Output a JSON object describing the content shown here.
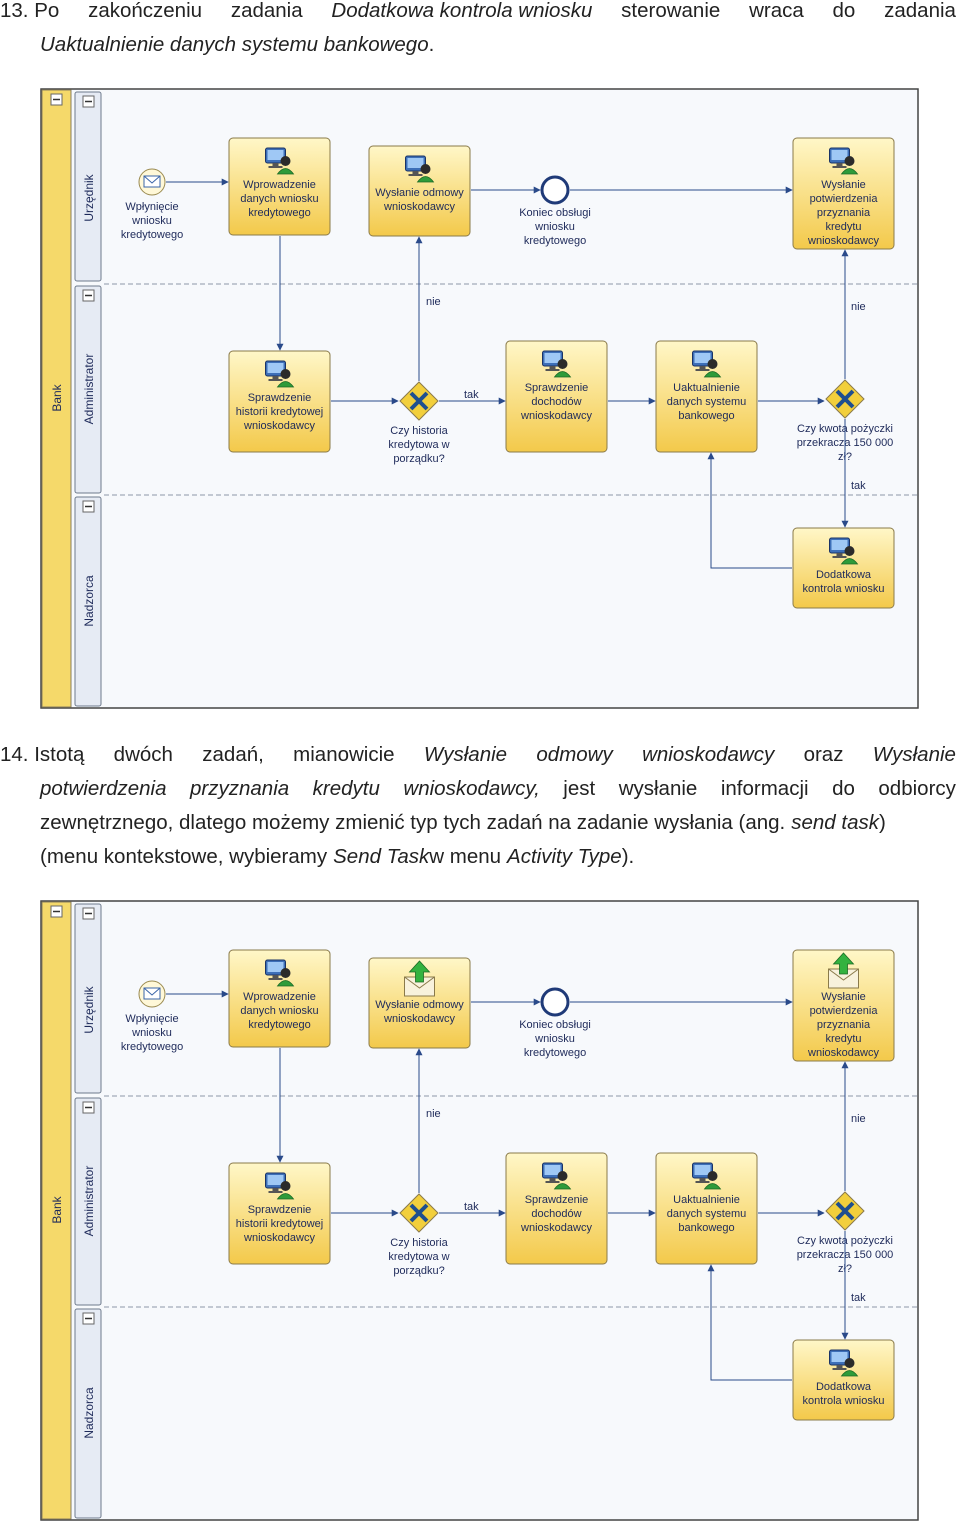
{
  "step13": {
    "number": "13.",
    "line1_start": "Po",
    "line1_words": [
      "zakończeniu",
      "zadania"
    ],
    "line1_italic": "Dodatkowa kontrola wniosku",
    "line1_end": [
      "sterowanie",
      "wraca",
      "do",
      "zadania"
    ],
    "line2_italic": "Uaktualnienie danych systemu bankowego",
    "line2_end": "."
  },
  "step14": {
    "number": "14.",
    "l1_a": "Istotą",
    "l1_b": "dwóch",
    "l1_c": "zadań,",
    "l1_d": "mianowicie",
    "l1_e": "Wysłanie",
    "l1_f": "odmowy",
    "l1_g": "wnioskodawcy",
    "l1_h": "oraz",
    "l1_i": "Wysłanie",
    "l2_a": "potwierdzenia",
    "l2_b": "przyznania",
    "l2_c": "kredytu",
    "l2_d": "wnioskodawcy,",
    "l2_e": "jest",
    "l2_f": "wysłanie",
    "l2_g": "informacji",
    "l2_h": "do",
    "l2_i": "odbiorcy",
    "l3_a": "zewnętrznego, dlatego możemy zmienić typ tych zadań na zadanie wysłania (ang.",
    "l3_b": "send task",
    "l3_c": ")",
    "l4_a": "(menu kontekstowe, wybieramy",
    "l4_b": "Send Task",
    "l4_c": "w menu",
    "l4_d": "Activity Type",
    "l4_e": ")."
  },
  "diagram": {
    "pool": "Bank",
    "lanes": [
      "Urzędnik",
      "Administrator",
      "Nadzorca"
    ],
    "start_event": [
      "Wpłynięcie",
      "wniosku",
      "kredytowego"
    ],
    "end_event": [
      "Koniec obsługi",
      "wniosku",
      "kredytowego"
    ],
    "tasks": {
      "t_wprowadzenie": [
        "Wprowadzenie",
        "danych wniosku",
        "kredytowego"
      ],
      "t_odmowa": [
        "Wysłanie odmowy",
        "wnioskodawcy"
      ],
      "t_potwierdzenie": [
        "Wysłanie",
        "potwierdzenia",
        "przyznania",
        "kredytu",
        "wnioskodawcy"
      ],
      "t_historia": [
        "Sprawdzenie",
        "historii kredytowej",
        "wnioskodawcy"
      ],
      "t_dochody": [
        "Sprawdzenie",
        "dochodów",
        "wnioskodawcy"
      ],
      "t_uaktualnienie": [
        "Uaktualnienie",
        "danych systemu",
        "bankowego"
      ],
      "t_dodatkowa": [
        "Dodatkowa",
        "kontrola wniosku"
      ]
    },
    "gateways": {
      "g_historia": [
        "Czy historia",
        "kredytowa w",
        "porządku?"
      ],
      "g_kwota": [
        "Czy kwota pożyczki",
        "przekracza 150 000",
        "zł?"
      ]
    },
    "flow_labels": {
      "nie": "nie",
      "tak": "tak"
    },
    "colors": {
      "task_top": "#fff7c8",
      "task_bottom": "#f3c94a",
      "pool": "#f5d96a",
      "flow": "#2a4a8a",
      "gateway": "#f2cf3c"
    }
  },
  "diagram_before": {
    "odmowa_icon": "user-task-icon",
    "potwierdzenie_icon": "user-task-icon"
  },
  "diagram_after": {
    "odmowa_icon": "send-task-icon",
    "potwierdzenie_icon": "send-task-icon"
  }
}
